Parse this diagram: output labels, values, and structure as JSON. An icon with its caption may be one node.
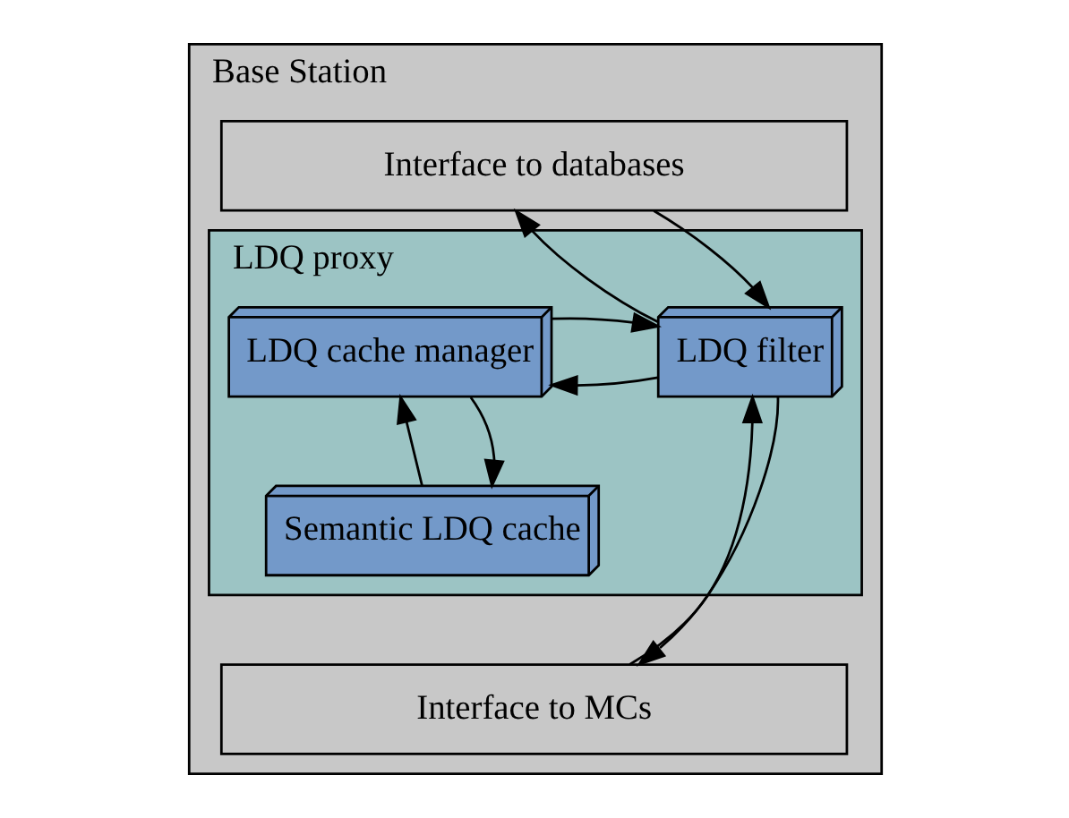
{
  "diagram": {
    "nodes": [
      {
        "text": [
          "Base Station"
        ]
      },
      {
        "text": [
          "Interface to databases"
        ],
        "in": 0
      },
      {
        "text": [
          "LDQ proxy"
        ],
        "in": 0
      },
      {
        "text": [
          "LDQ filter"
        ],
        "in": 2
      },
      {
        "text": [
          "LDQ cache manager"
        ],
        "in": 2
      },
      {
        "text": [
          "Semantic LDQ cache"
        ],
        "in": 2
      },
      {
        "text": [
          "Interface to MCs"
        ],
        "in": 0
      }
    ],
    "edges": [
      {
        "from": 3,
        "to": 1,
        "arrow": "to"
      },
      {
        "from": 1,
        "to": 3,
        "arrow": "to"
      },
      {
        "from": 3,
        "to": 4,
        "arrow": "to"
      },
      {
        "from": 4,
        "to": 3,
        "arrow": "to"
      },
      {
        "from": 5,
        "to": 4,
        "arrow": "to"
      },
      {
        "from": 4,
        "to": 5,
        "arrow": "to"
      },
      {
        "from": 6,
        "to": 3,
        "arrow": "to"
      },
      {
        "from": 3,
        "to": 6,
        "arrow": "to"
      }
    ]
  }
}
